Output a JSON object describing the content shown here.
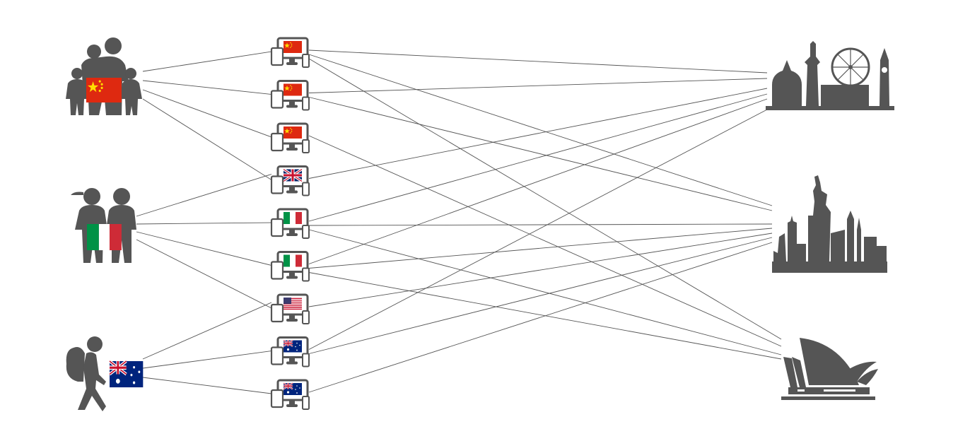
{
  "groups": [
    {
      "id": "family",
      "icon": "family-icon",
      "flag": "china"
    },
    {
      "id": "couple",
      "icon": "couple-icon",
      "flag": "italy"
    },
    {
      "id": "backpacker",
      "icon": "backpacker-icon",
      "flag": "australia"
    }
  ],
  "devices": [
    {
      "flag": "china"
    },
    {
      "flag": "china"
    },
    {
      "flag": "china"
    },
    {
      "flag": "uk"
    },
    {
      "flag": "italy"
    },
    {
      "flag": "italy"
    },
    {
      "flag": "usa"
    },
    {
      "flag": "australia"
    },
    {
      "flag": "australia"
    }
  ],
  "destinations": [
    {
      "id": "london",
      "icon": "london-skyline-icon"
    },
    {
      "id": "new-york",
      "icon": "new-york-skyline-icon"
    },
    {
      "id": "sydney",
      "icon": "sydney-opera-house-icon"
    }
  ],
  "group_to_device": [
    [
      0,
      0
    ],
    [
      0,
      1
    ],
    [
      0,
      2
    ],
    [
      0,
      3
    ],
    [
      1,
      3
    ],
    [
      1,
      4
    ],
    [
      1,
      5
    ],
    [
      1,
      6
    ],
    [
      2,
      6
    ],
    [
      2,
      7
    ],
    [
      2,
      8
    ]
  ],
  "device_to_destination": [
    [
      0,
      0
    ],
    [
      0,
      1
    ],
    [
      0,
      2
    ],
    [
      1,
      0
    ],
    [
      1,
      1
    ],
    [
      2,
      2
    ],
    [
      3,
      0
    ],
    [
      4,
      0
    ],
    [
      4,
      1
    ],
    [
      4,
      2
    ],
    [
      5,
      0
    ],
    [
      5,
      1
    ],
    [
      5,
      2
    ],
    [
      6,
      1
    ],
    [
      7,
      0
    ],
    [
      7,
      1
    ],
    [
      8,
      1
    ]
  ],
  "colors": {
    "silhouette": "#555555",
    "line": "#555555"
  }
}
